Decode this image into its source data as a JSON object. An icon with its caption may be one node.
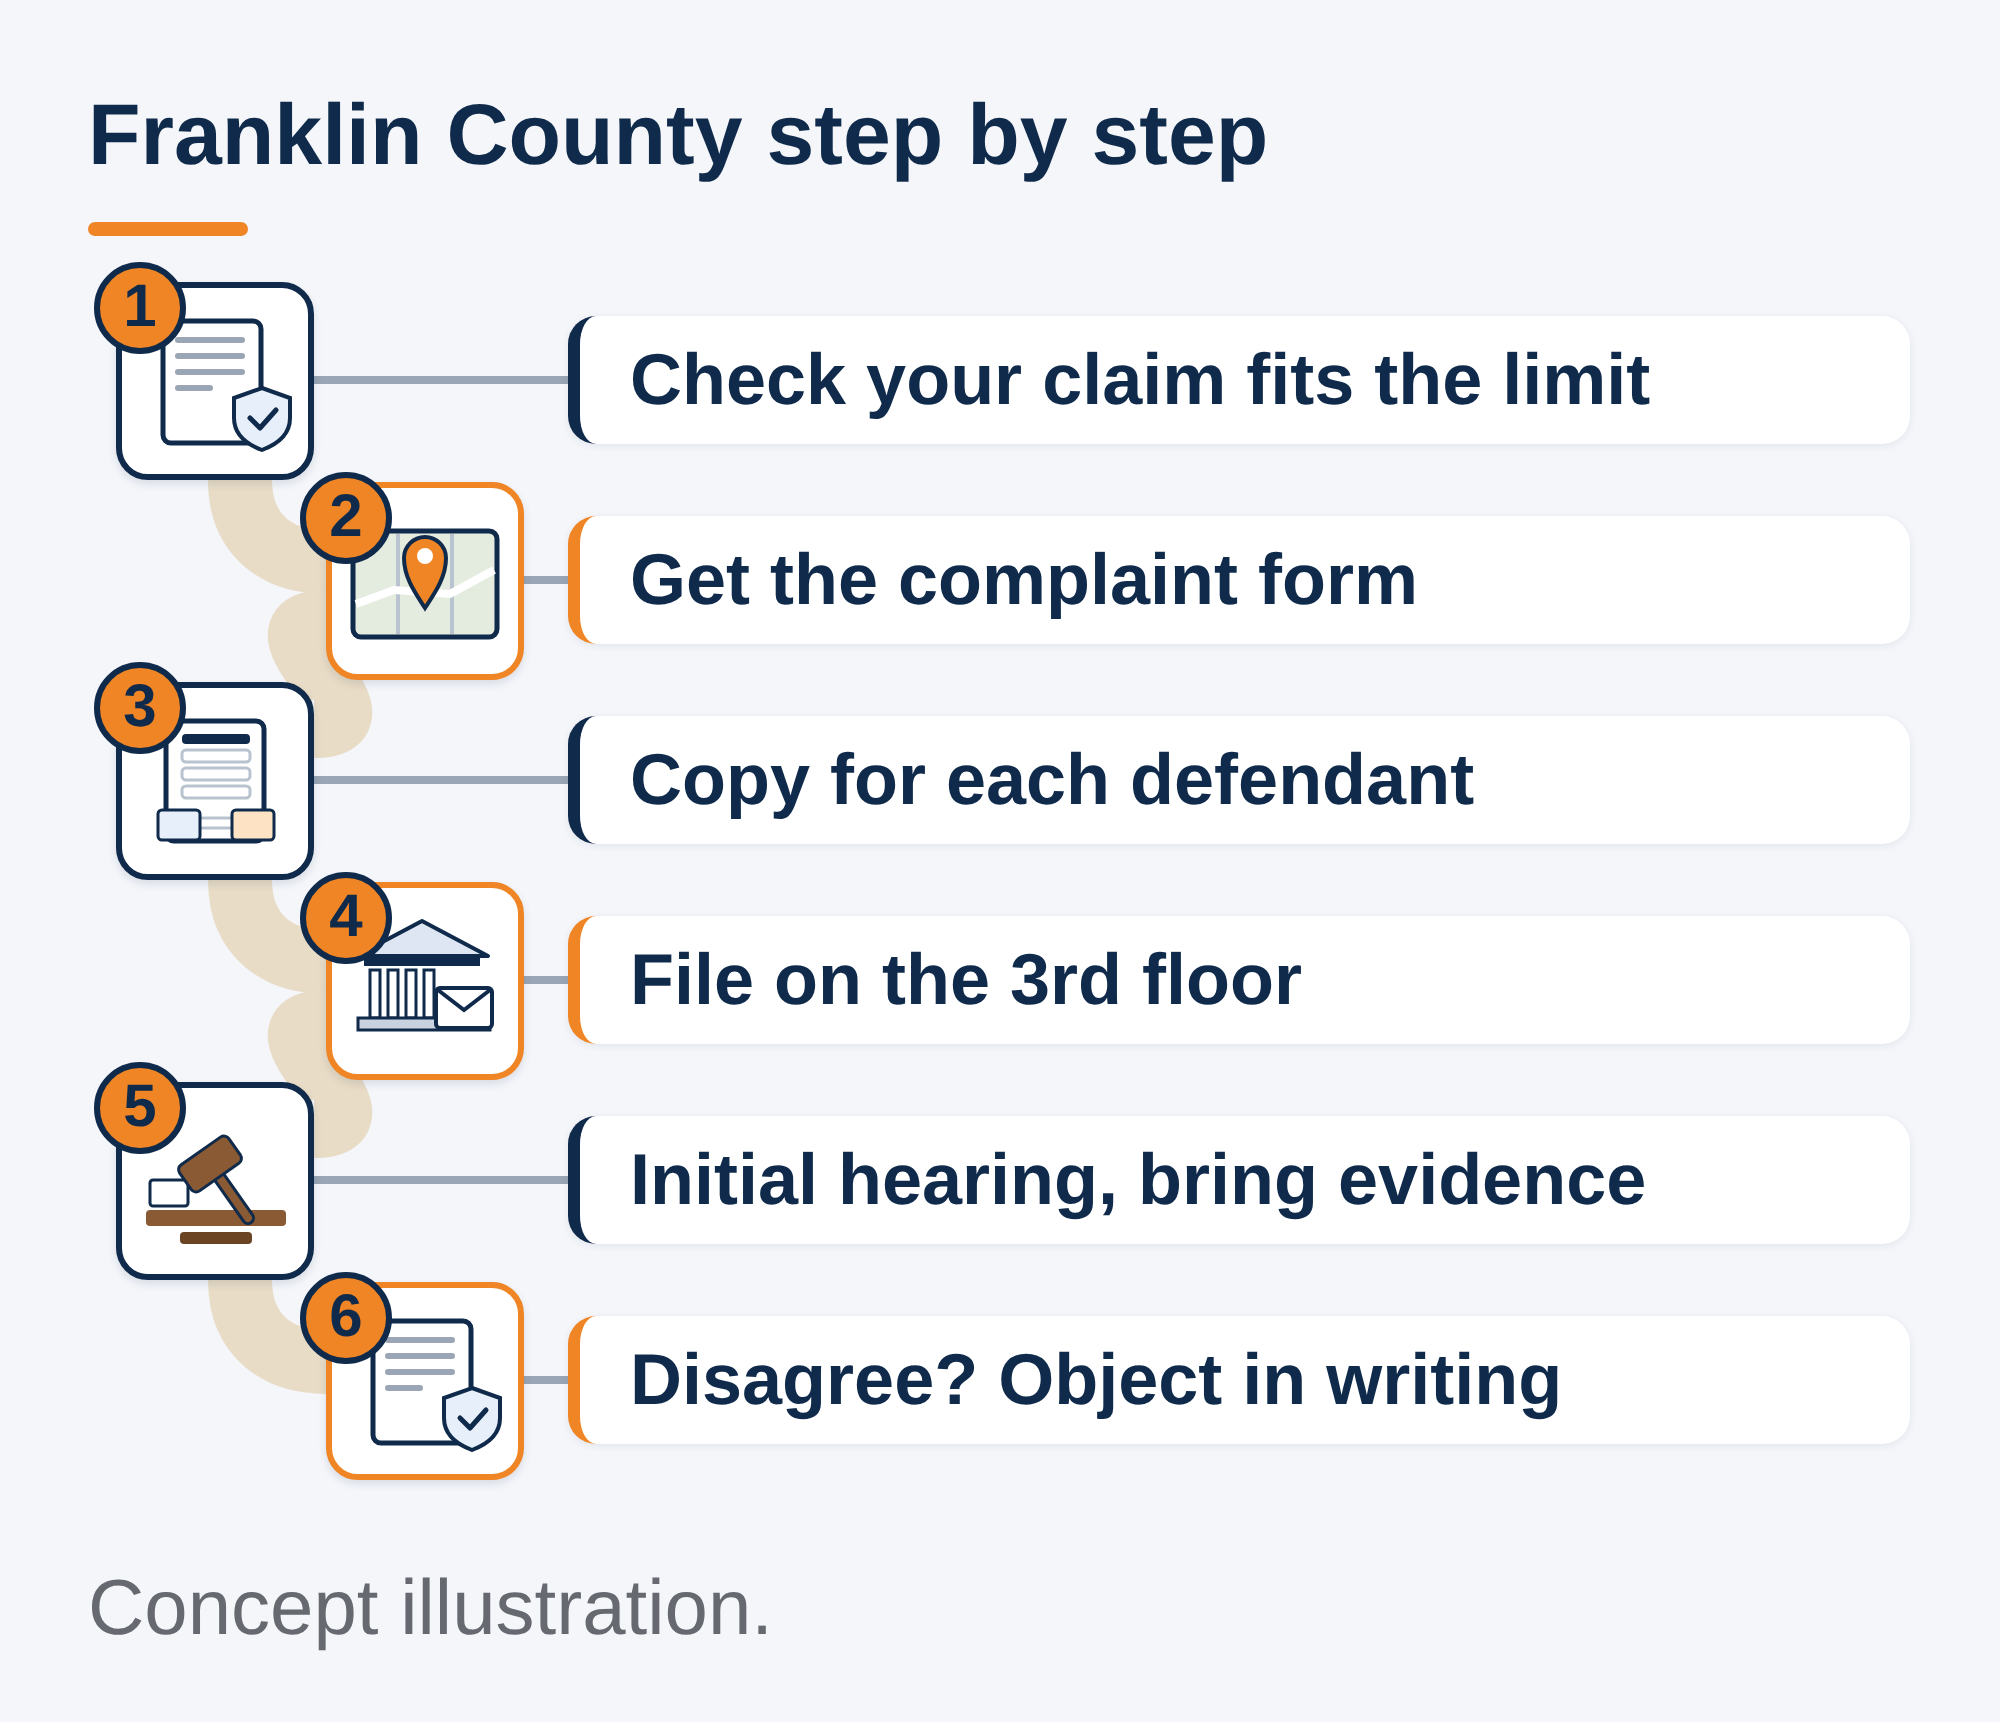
{
  "diagram": {
    "title": "Franklin County step by step",
    "caption": "Concept illustration.",
    "nodes": [
      {
        "text": [
          "1"
        ]
      },
      {
        "text": [
          "Check your claim fits the limit"
        ]
      },
      {
        "text": [
          "2"
        ]
      },
      {
        "text": [
          "Get the complaint form"
        ]
      },
      {
        "text": [
          "3"
        ]
      },
      {
        "text": [
          "Copy for each defendant"
        ]
      },
      {
        "text": [
          "4"
        ]
      },
      {
        "text": [
          "File on the 3rd floor"
        ]
      },
      {
        "text": [
          "5"
        ]
      },
      {
        "text": [
          "Initial hearing, bring evidence"
        ]
      },
      {
        "text": [
          "6"
        ]
      },
      {
        "text": [
          "Disagree? Object in writing"
        ]
      }
    ],
    "edges": [
      {
        "from": 0,
        "to": 1,
        "arrow": "none"
      },
      {
        "from": 0,
        "to": 2,
        "arrow": "none",
        "style": "thick",
        "color": "#e8dcc6"
      },
      {
        "from": 2,
        "to": 3,
        "arrow": "none"
      },
      {
        "from": 2,
        "to": 4,
        "arrow": "none",
        "style": "thick",
        "color": "#e8dcc6"
      },
      {
        "from": 4,
        "to": 5,
        "arrow": "none"
      },
      {
        "from": 4,
        "to": 6,
        "arrow": "none",
        "style": "thick",
        "color": "#e8dcc6"
      },
      {
        "from": 6,
        "to": 7,
        "arrow": "none"
      },
      {
        "from": 6,
        "to": 8,
        "arrow": "none",
        "style": "thick",
        "color": "#e8dcc6"
      },
      {
        "from": 8,
        "to": 9,
        "arrow": "none"
      },
      {
        "from": 8,
        "to": 10,
        "arrow": "none",
        "style": "thick",
        "color": "#e8dcc6"
      },
      {
        "from": 10,
        "to": 11,
        "arrow": "none"
      }
    ]
  }
}
